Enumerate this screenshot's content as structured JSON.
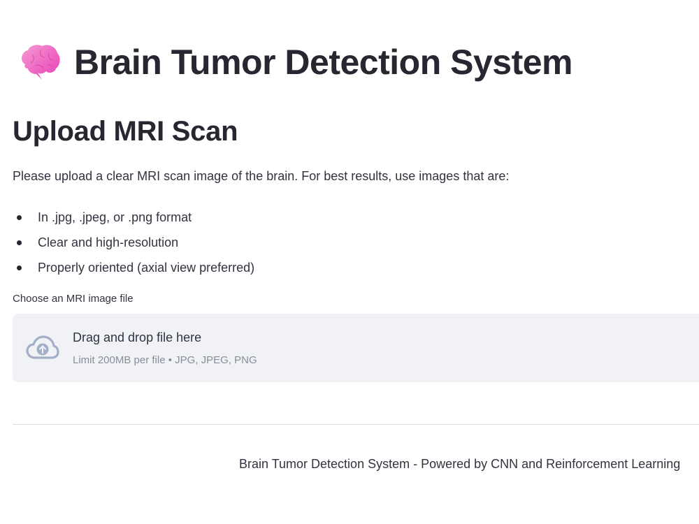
{
  "header": {
    "title": "Brain Tumor Detection System",
    "icon": "brain-emoji"
  },
  "upload_section": {
    "subheader": "Upload MRI Scan",
    "intro": "Please upload a clear MRI scan image of the brain. For best results, use images that are:",
    "requirements": [
      "In .jpg, .jpeg, or .png format",
      "Clear and high-resolution",
      "Properly oriented (axial view preferred)"
    ]
  },
  "file_uploader": {
    "label": "Choose an MRI image file",
    "drop_text": "Drag and drop file here",
    "limit_text": "Limit 200MB per file • JPG, JPEG, PNG",
    "icon": "cloud-upload-icon"
  },
  "footer": {
    "text": "Brain Tumor Detection System - Powered by CNN and Reinforcement Learning"
  },
  "colors": {
    "text": "#262730",
    "body_text": "#31333f",
    "dropzone_bg": "#f0f2f6",
    "muted": "#8a8d99",
    "icon": "#a3aec7",
    "divider": "#d9d9df"
  }
}
